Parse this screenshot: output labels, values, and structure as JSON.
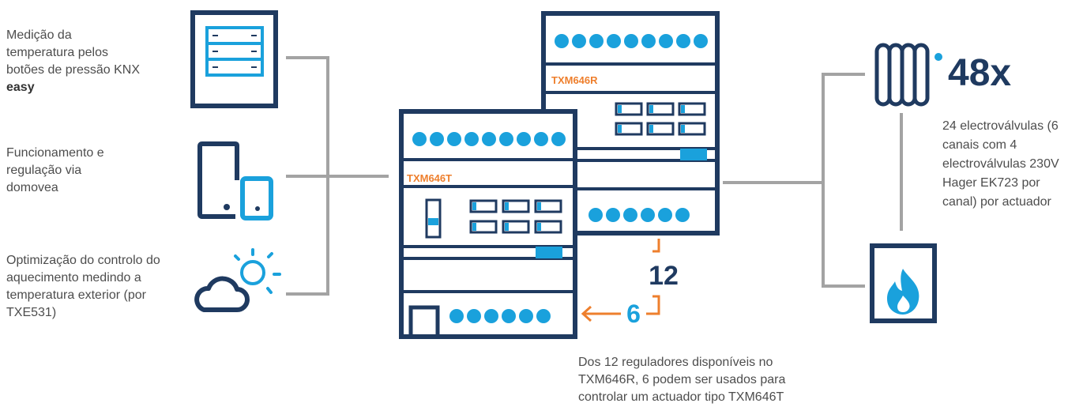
{
  "left": {
    "item1_text": "Medição da temperatura pelos botões de pressão KNX",
    "item1_bold": "easy",
    "item2_text": "Funcionamento e regulação via domovea",
    "item3_text": "Optimização do controlo do aquecimento medindo a temperatura exterior (por TXE531)"
  },
  "devices": {
    "front_label": "TXM646T",
    "back_label": "TXM646R",
    "count_total": "12",
    "count_used": "6"
  },
  "right": {
    "multiplier": "48x",
    "description": "24 electroválvulas (6 canais com 4 electroválvulas 230V Hager EK723 por canal) por actuador"
  },
  "footnote": "Dos 12 reguladores disponíveis no TXM646R, 6 podem ser usados para controlar um actuador tipo TXM646T",
  "colors": {
    "navy": "#1f3a60",
    "cyan": "#1aa1dc",
    "orange": "#ee7f2d",
    "line_gray": "#a3a3a3"
  }
}
